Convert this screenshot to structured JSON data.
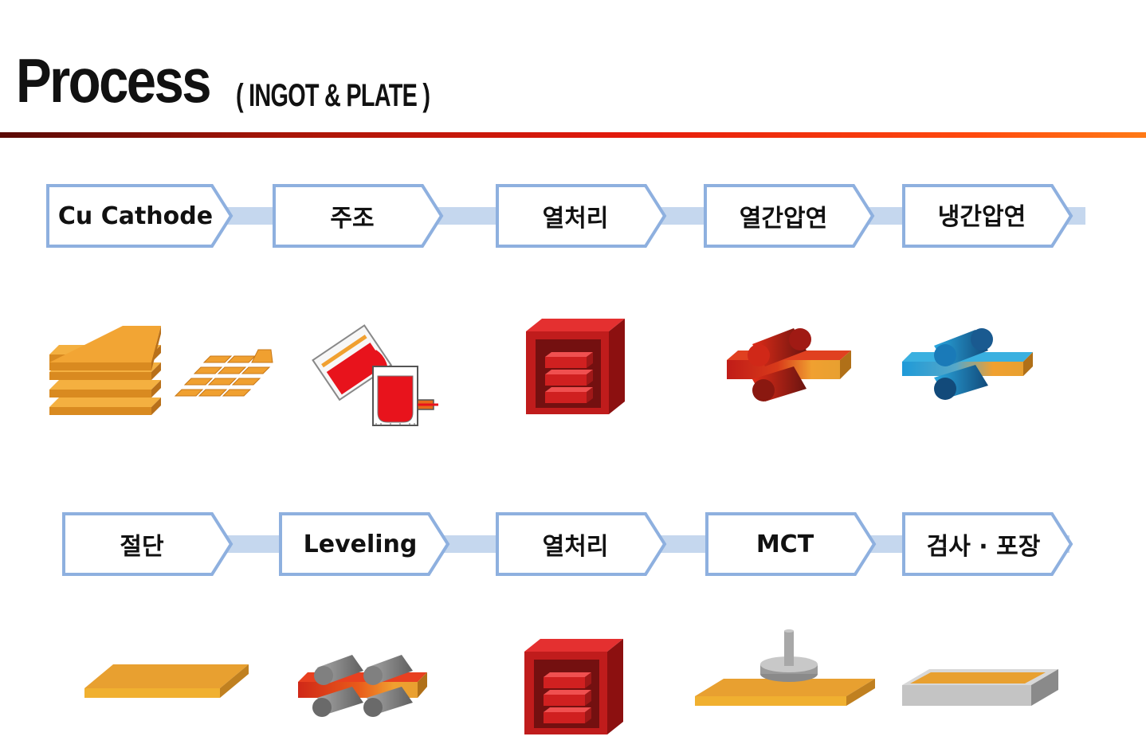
{
  "header": {
    "title": "Process",
    "subtitle": "( INGOT & PLATE )"
  },
  "row1": {
    "steps": [
      {
        "label": "Cu Cathode"
      },
      {
        "label": "주조"
      },
      {
        "label": "열처리"
      },
      {
        "label": "열간압연"
      },
      {
        "label": "냉간압연"
      }
    ]
  },
  "row2": {
    "steps": [
      {
        "label": "절단"
      },
      {
        "label": "Leveling"
      },
      {
        "label": "열처리"
      },
      {
        "label": "MCT"
      },
      {
        "label": "검사 · 포장"
      }
    ]
  },
  "colors": {
    "chevron_border": "#8eb0df",
    "connector": "#c5d7ee",
    "copper": "#f0a030",
    "heat": "#c8201c",
    "cold": "#1e8fd0"
  }
}
